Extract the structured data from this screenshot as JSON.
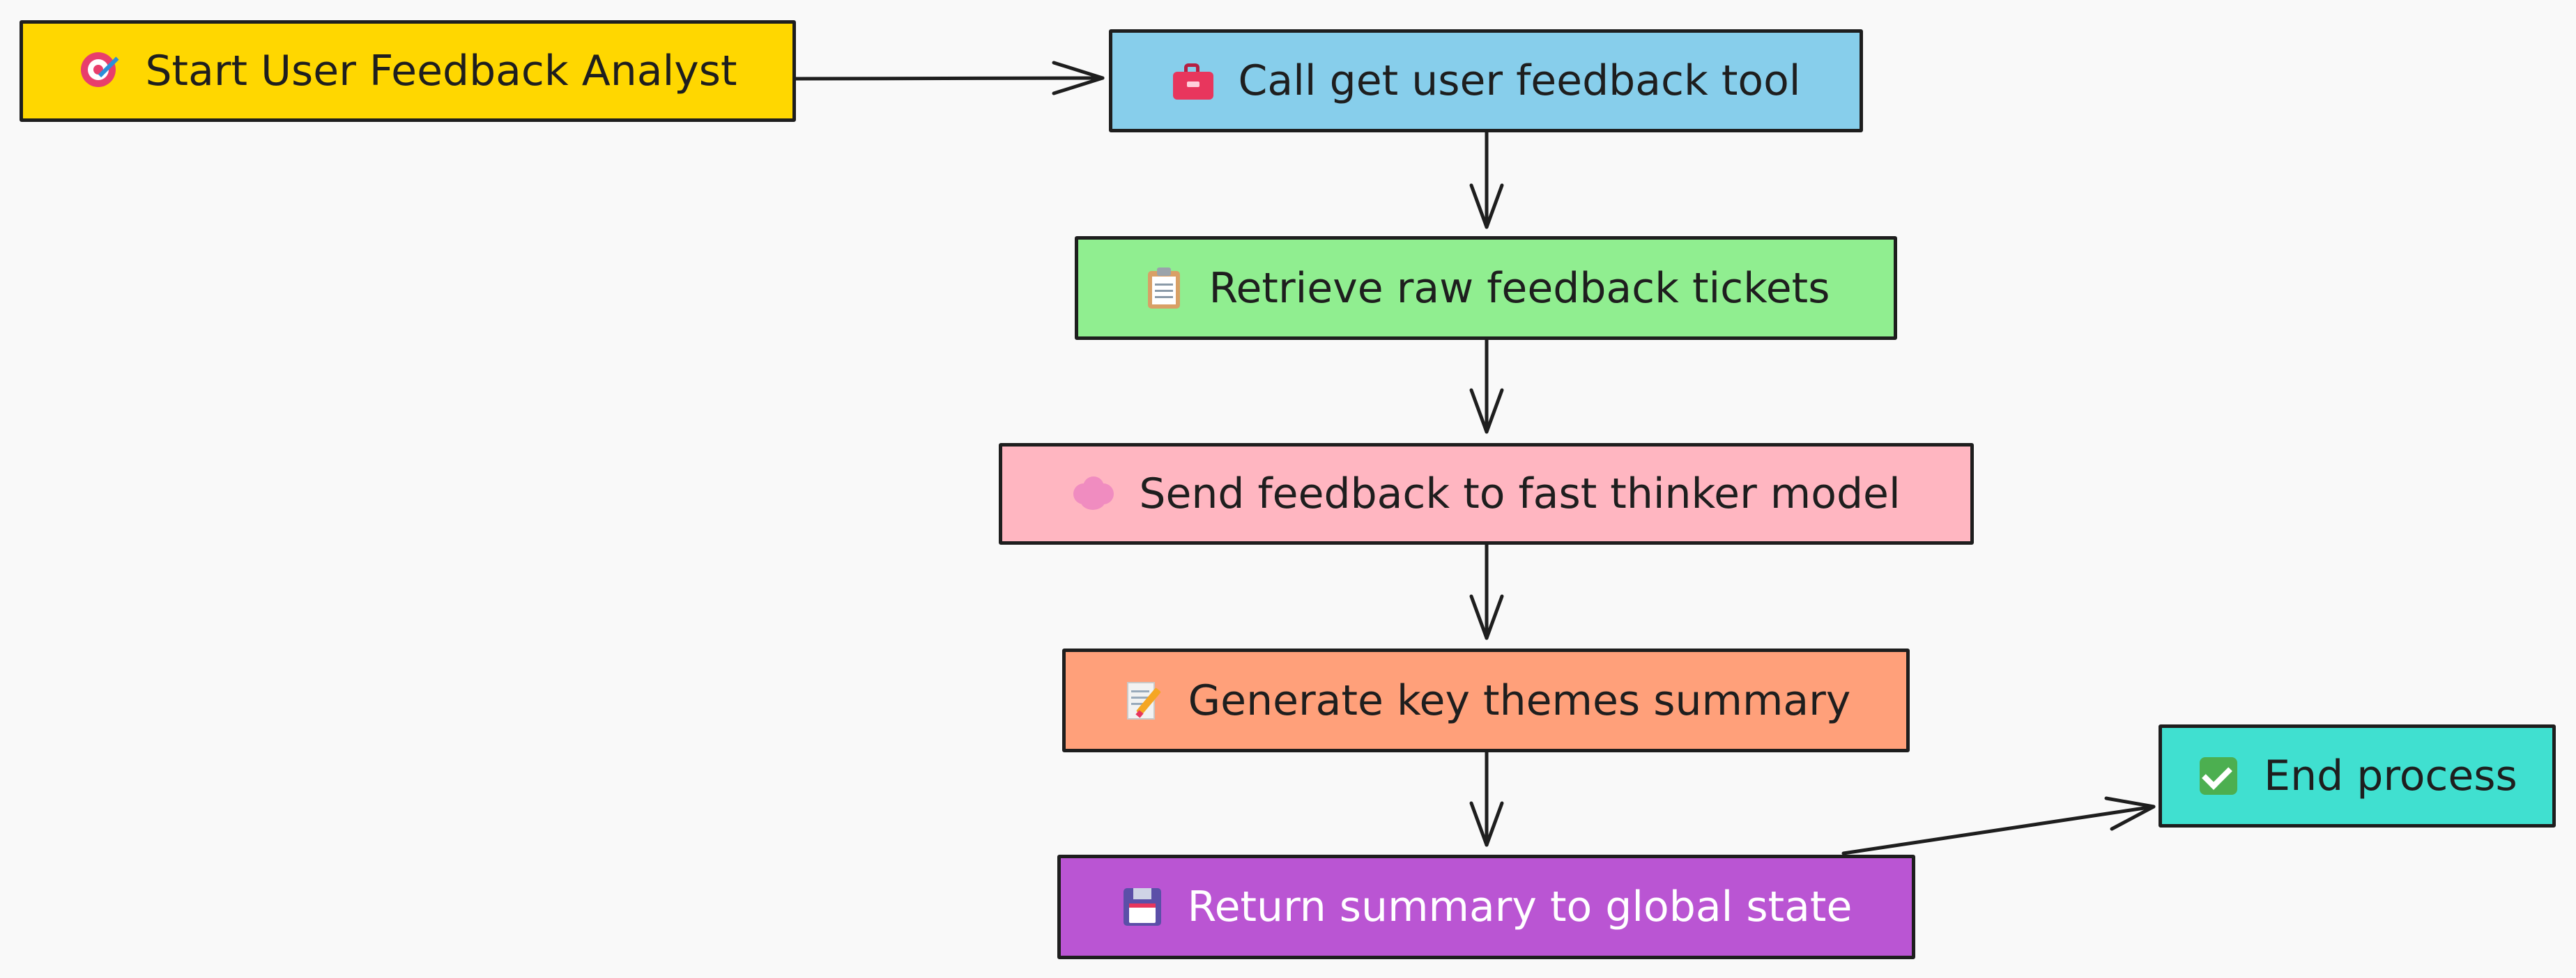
{
  "diagram": {
    "type": "flowchart",
    "nodes": [
      {
        "id": "start",
        "label": "Start User Feedback Analyst",
        "icon": "target-icon",
        "color": "#ffd700"
      },
      {
        "id": "call",
        "label": "Call get user feedback tool",
        "icon": "toolbox-icon",
        "color": "#87ceeb"
      },
      {
        "id": "retrieve",
        "label": "Retrieve raw feedback tickets",
        "icon": "clipboard-icon",
        "color": "#90ee90"
      },
      {
        "id": "send",
        "label": "Send feedback to fast thinker model",
        "icon": "brain-icon",
        "color": "#ffb6c1"
      },
      {
        "id": "generate",
        "label": "Generate key themes summary",
        "icon": "memo-icon",
        "color": "#ffa07a"
      },
      {
        "id": "return",
        "label": "Return summary to global state",
        "icon": "floppy-icon",
        "color": "#ba55d3"
      },
      {
        "id": "end",
        "label": "End process",
        "icon": "check-icon",
        "color": "#40e0d0"
      }
    ],
    "edges": [
      {
        "from": "start",
        "to": "call"
      },
      {
        "from": "call",
        "to": "retrieve"
      },
      {
        "from": "retrieve",
        "to": "send"
      },
      {
        "from": "send",
        "to": "generate"
      },
      {
        "from": "generate",
        "to": "return"
      },
      {
        "from": "return",
        "to": "end"
      }
    ]
  }
}
